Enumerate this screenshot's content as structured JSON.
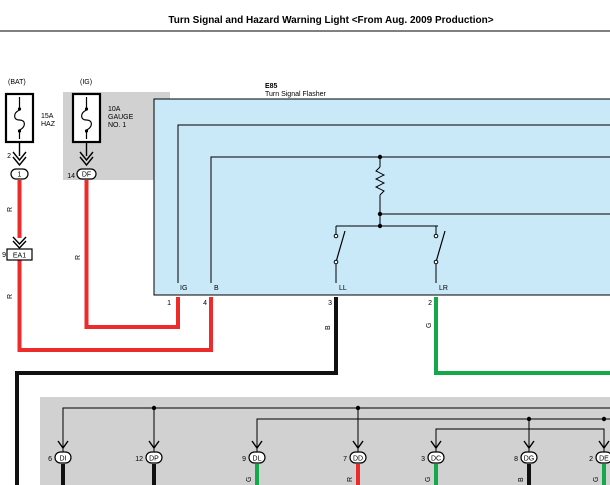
{
  "title": "Turn Signal and Hazard Warning Light <From Aug. 2009 Production>",
  "colors": {
    "red": "#ee2b2b",
    "green": "#14a84a",
    "black": "#111111",
    "flasher_fill": "#c9e9f8",
    "gray_fill": "#d1d1d1"
  },
  "fuses": [
    {
      "source": "(BAT)",
      "rating": "15A",
      "name": "HAZ",
      "pin_num": "2",
      "pin": "1",
      "wire": "R"
    },
    {
      "source": "(IG)",
      "rating": "10A",
      "name1": "GAUGE",
      "name2": "NO. 1",
      "pin_num": "14",
      "pin": "DF",
      "wire": "R"
    }
  ],
  "connector_ea1": {
    "pin_num": "9",
    "label": "EA1",
    "wire": "R"
  },
  "flasher": {
    "id": "E85",
    "name": "Turn Signal Flasher",
    "terminals": [
      {
        "label": "IG",
        "pin": "1"
      },
      {
        "label": "B",
        "pin": "4"
      },
      {
        "label": "LL",
        "pin": "3",
        "wire": "B"
      },
      {
        "label": "LR",
        "pin": "2",
        "wire": "G"
      }
    ]
  },
  "bottom_connectors": [
    {
      "num": "6",
      "pin": "DI",
      "wire": ""
    },
    {
      "num": "12",
      "pin": "DP",
      "wire": ""
    },
    {
      "num": "9",
      "pin": "DL",
      "wire": "G"
    },
    {
      "num": "7",
      "pin": "DD",
      "wire": "R"
    },
    {
      "num": "3",
      "pin": "DC",
      "wire": "G"
    },
    {
      "num": "8",
      "pin": "DG",
      "wire": "B"
    },
    {
      "num": "2",
      "pin": "DE",
      "wire": "G"
    }
  ]
}
